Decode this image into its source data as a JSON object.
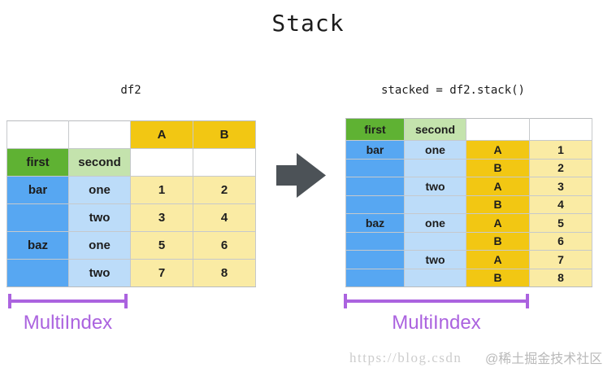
{
  "title": "Stack",
  "left": {
    "caption": "df2",
    "table_rows": [
      [
        "",
        "",
        "A",
        "B"
      ],
      [
        "first",
        "second",
        "",
        ""
      ],
      [
        "bar",
        "one",
        "1",
        "2"
      ],
      [
        "",
        "two",
        "3",
        "4"
      ],
      [
        "baz",
        "one",
        "5",
        "6"
      ],
      [
        "",
        "two",
        "7",
        "8"
      ]
    ],
    "bracket_label": "MultiIndex"
  },
  "right": {
    "caption": "stacked = df2.stack()",
    "table_rows": [
      [
        "first",
        "second",
        "",
        ""
      ],
      [
        "bar",
        "one",
        "A",
        "1"
      ],
      [
        "",
        "",
        "B",
        "2"
      ],
      [
        "",
        "two",
        "A",
        "3"
      ],
      [
        "",
        "",
        "B",
        "4"
      ],
      [
        "baz",
        "one",
        "A",
        "5"
      ],
      [
        "",
        "",
        "B",
        "6"
      ],
      [
        "",
        "two",
        "A",
        "7"
      ],
      [
        "",
        "",
        "B",
        "8"
      ]
    ],
    "bracket_label": "MultiIndex"
  },
  "watermark": {
    "url_text": "https://blog.csdn",
    "community_text": "@稀土掘金技术社区"
  },
  "colors": {
    "gold": "#F2C713",
    "light_yellow": "#FAEBA4",
    "green": "#5FB233",
    "light_green": "#C4E3AD",
    "blue": "#57A7F2",
    "light_blue": "#BCDCF9",
    "purple": "#AB63DF",
    "arrow_gray": "#4C5257"
  }
}
